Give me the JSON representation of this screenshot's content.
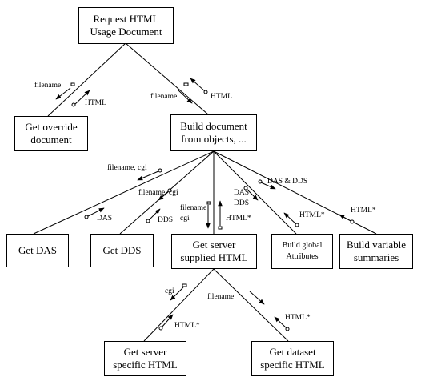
{
  "nodes": {
    "request": {
      "line1": "Request HTML",
      "line2": "Usage Document"
    },
    "override": {
      "line1": "Get override",
      "line2": "document"
    },
    "build_doc": {
      "line1": "Build document",
      "line2": "from objects, ..."
    },
    "das": {
      "line1": "Get DAS"
    },
    "dds": {
      "line1": "Get DDS"
    },
    "server_html": {
      "line1": "Get server",
      "line2": "supplied HTML"
    },
    "global_attr": {
      "line1": "Build global",
      "line2": "Attributes"
    },
    "var_summaries": {
      "line1": "Build variable",
      "line2": "summaries"
    },
    "server_specific": {
      "line1": "Get server",
      "line2": "specific HTML"
    },
    "dataset_specific": {
      "line1": "Get dataset",
      "line2": "specific HTML"
    }
  },
  "labels": {
    "filename": "filename",
    "html": "HTML",
    "filename_cgi": "filename, cgi",
    "das": "DAS",
    "dds": "DDS",
    "cgi": "cgi",
    "html_star": "HTML*",
    "das_and_dds": "DAS & DDS"
  }
}
